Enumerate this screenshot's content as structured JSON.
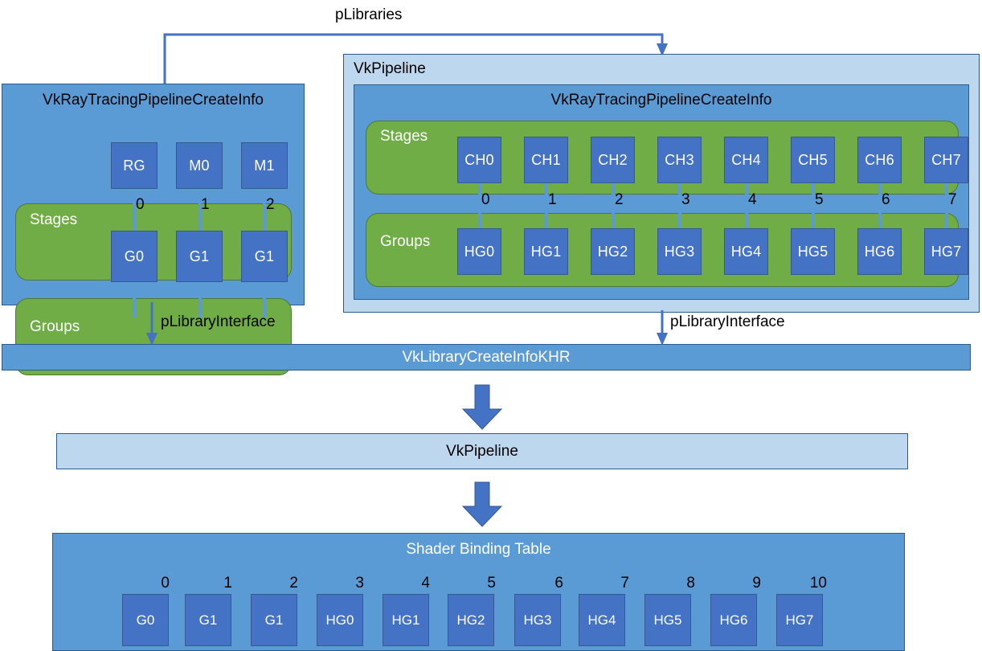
{
  "diagram": {
    "title_connector": "pLibraries",
    "left_panel": {
      "name": "VkRayTracingPipelineCreateInfo",
      "stages_label": "Stages",
      "groups_label": "Groups",
      "stages": [
        "RG",
        "M0",
        "M1"
      ],
      "groups": [
        "G0",
        "G1",
        "G1"
      ],
      "indices": [
        "0",
        "1",
        "2"
      ],
      "out_label": "pLibraryInterface"
    },
    "right_panel": {
      "outer_name": "VkPipeline",
      "inner_name": "VkRayTracingPipelineCreateInfo",
      "stages_label": "Stages",
      "groups_label": "Groups",
      "stages": [
        "CH0",
        "CH1",
        "CH2",
        "CH3",
        "CH4",
        "CH5",
        "CH6",
        "CH7"
      ],
      "groups": [
        "HG0",
        "HG1",
        "HG2",
        "HG3",
        "HG4",
        "HG5",
        "HG6",
        "HG7"
      ],
      "indices": [
        "0",
        "1",
        "2",
        "3",
        "4",
        "5",
        "6",
        "7"
      ],
      "out_label": "pLibraryInterface"
    },
    "library_bar": "VkLibraryCreateInfoKHR",
    "pipeline_bar": "VkPipeline",
    "sbt": {
      "title": "Shader Binding Table",
      "entries": [
        "G0",
        "G1",
        "G1",
        "HG0",
        "HG1",
        "HG2",
        "HG3",
        "HG4",
        "HG5",
        "HG6",
        "HG7"
      ],
      "indices": [
        "0",
        "1",
        "2",
        "3",
        "4",
        "5",
        "6",
        "7",
        "8",
        "9",
        "10"
      ]
    },
    "colors": {
      "panel_mid": "#5b9bd5",
      "panel_light": "#bdd7ee",
      "group_green": "#70ad47",
      "chip_blue": "#4472c4",
      "border_dark": "#2e5c8a",
      "arrow_blue": "#4472c4"
    }
  }
}
